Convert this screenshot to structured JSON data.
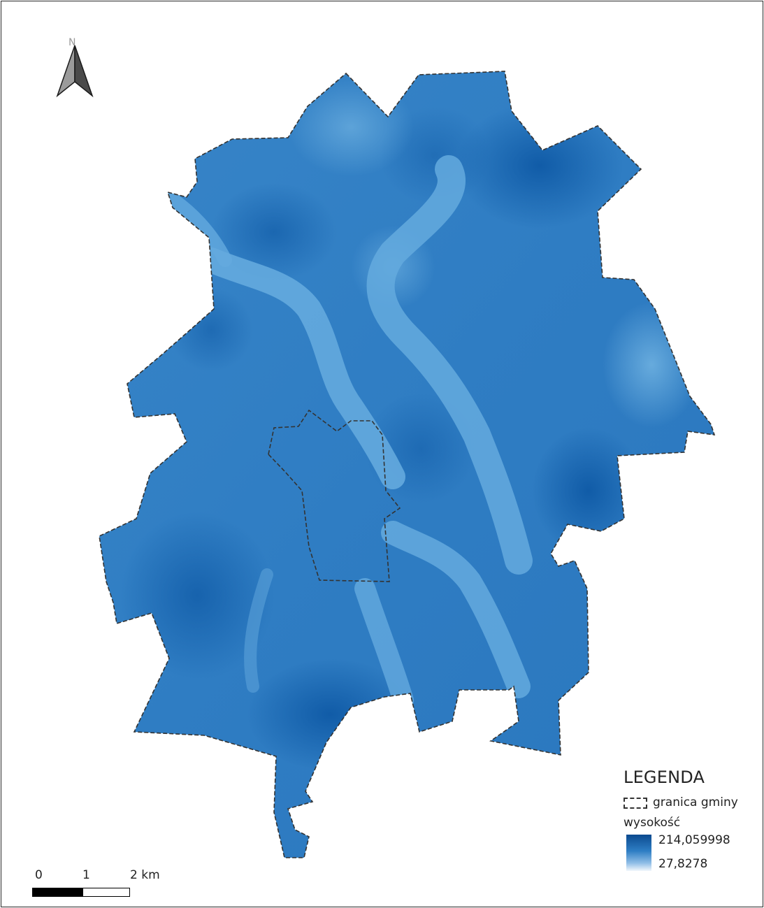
{
  "map": {
    "north_label": "N",
    "fill_light": "#5aa3d8",
    "fill_mid": "#2f7dc3",
    "fill_dark": "#0f5aa6",
    "boundary_color": "#333333"
  },
  "legend": {
    "title": "LEGENDA",
    "boundary_label": "granica gminy",
    "elevation_label": "wysokość",
    "max_value": "214,059998",
    "min_value": "27,8278",
    "ramp_top_color": "#0b4a8f",
    "ramp_bottom_color": "#f2f7fc"
  },
  "scale": {
    "label_0": "0",
    "label_1": "1",
    "label_2": "2 km"
  }
}
